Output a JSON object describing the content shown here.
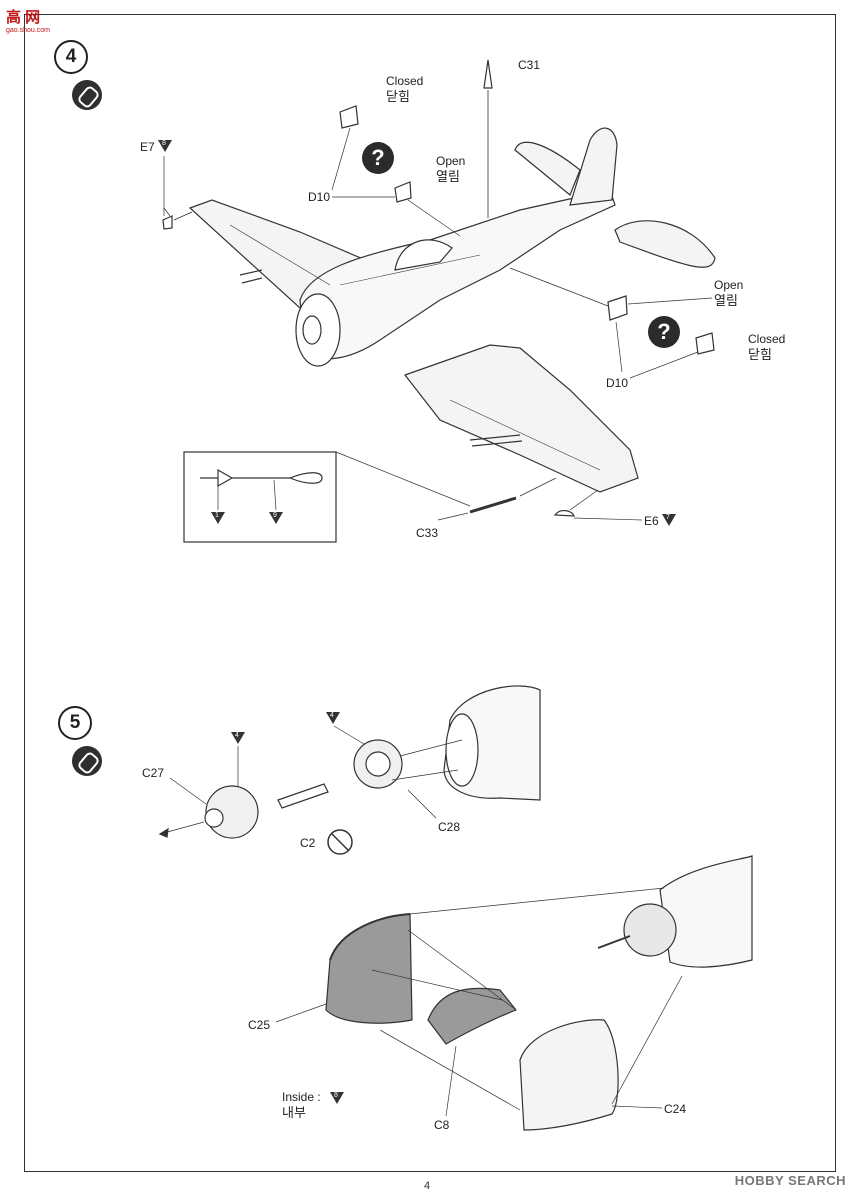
{
  "logo": {
    "main": "高 网",
    "sub": "gao.shou.com"
  },
  "watermark": "HOBBY SEARCH",
  "page_number": "4",
  "step4": {
    "number": "4",
    "parts": {
      "c31": "C31",
      "e7": "E7",
      "e7_ref": "8",
      "d10_top": "D10",
      "d10_right": "D10",
      "c33": "C33",
      "e6": "E6",
      "e6_ref": "7",
      "detail_ref_1": "1",
      "detail_ref_2": "9"
    },
    "closed_en": "Closed",
    "closed_kr": "닫힘",
    "open_en": "Open",
    "open_kr": "열림",
    "choice_symbol": "?"
  },
  "step5": {
    "number": "5",
    "parts": {
      "c27": "C27",
      "c28": "C28",
      "c2": "C2",
      "c25": "C25",
      "c8": "C8",
      "c24": "C24",
      "ref_4a": "4",
      "ref_4b": "4",
      "inside_ref": "8"
    },
    "inside_en": "Inside :",
    "inside_kr": "내부"
  },
  "colors": {
    "line": "#333333",
    "fill_grey": "#9a9a9a",
    "dark_icon": "#2f2f2f",
    "logo_red": "#c21818"
  }
}
